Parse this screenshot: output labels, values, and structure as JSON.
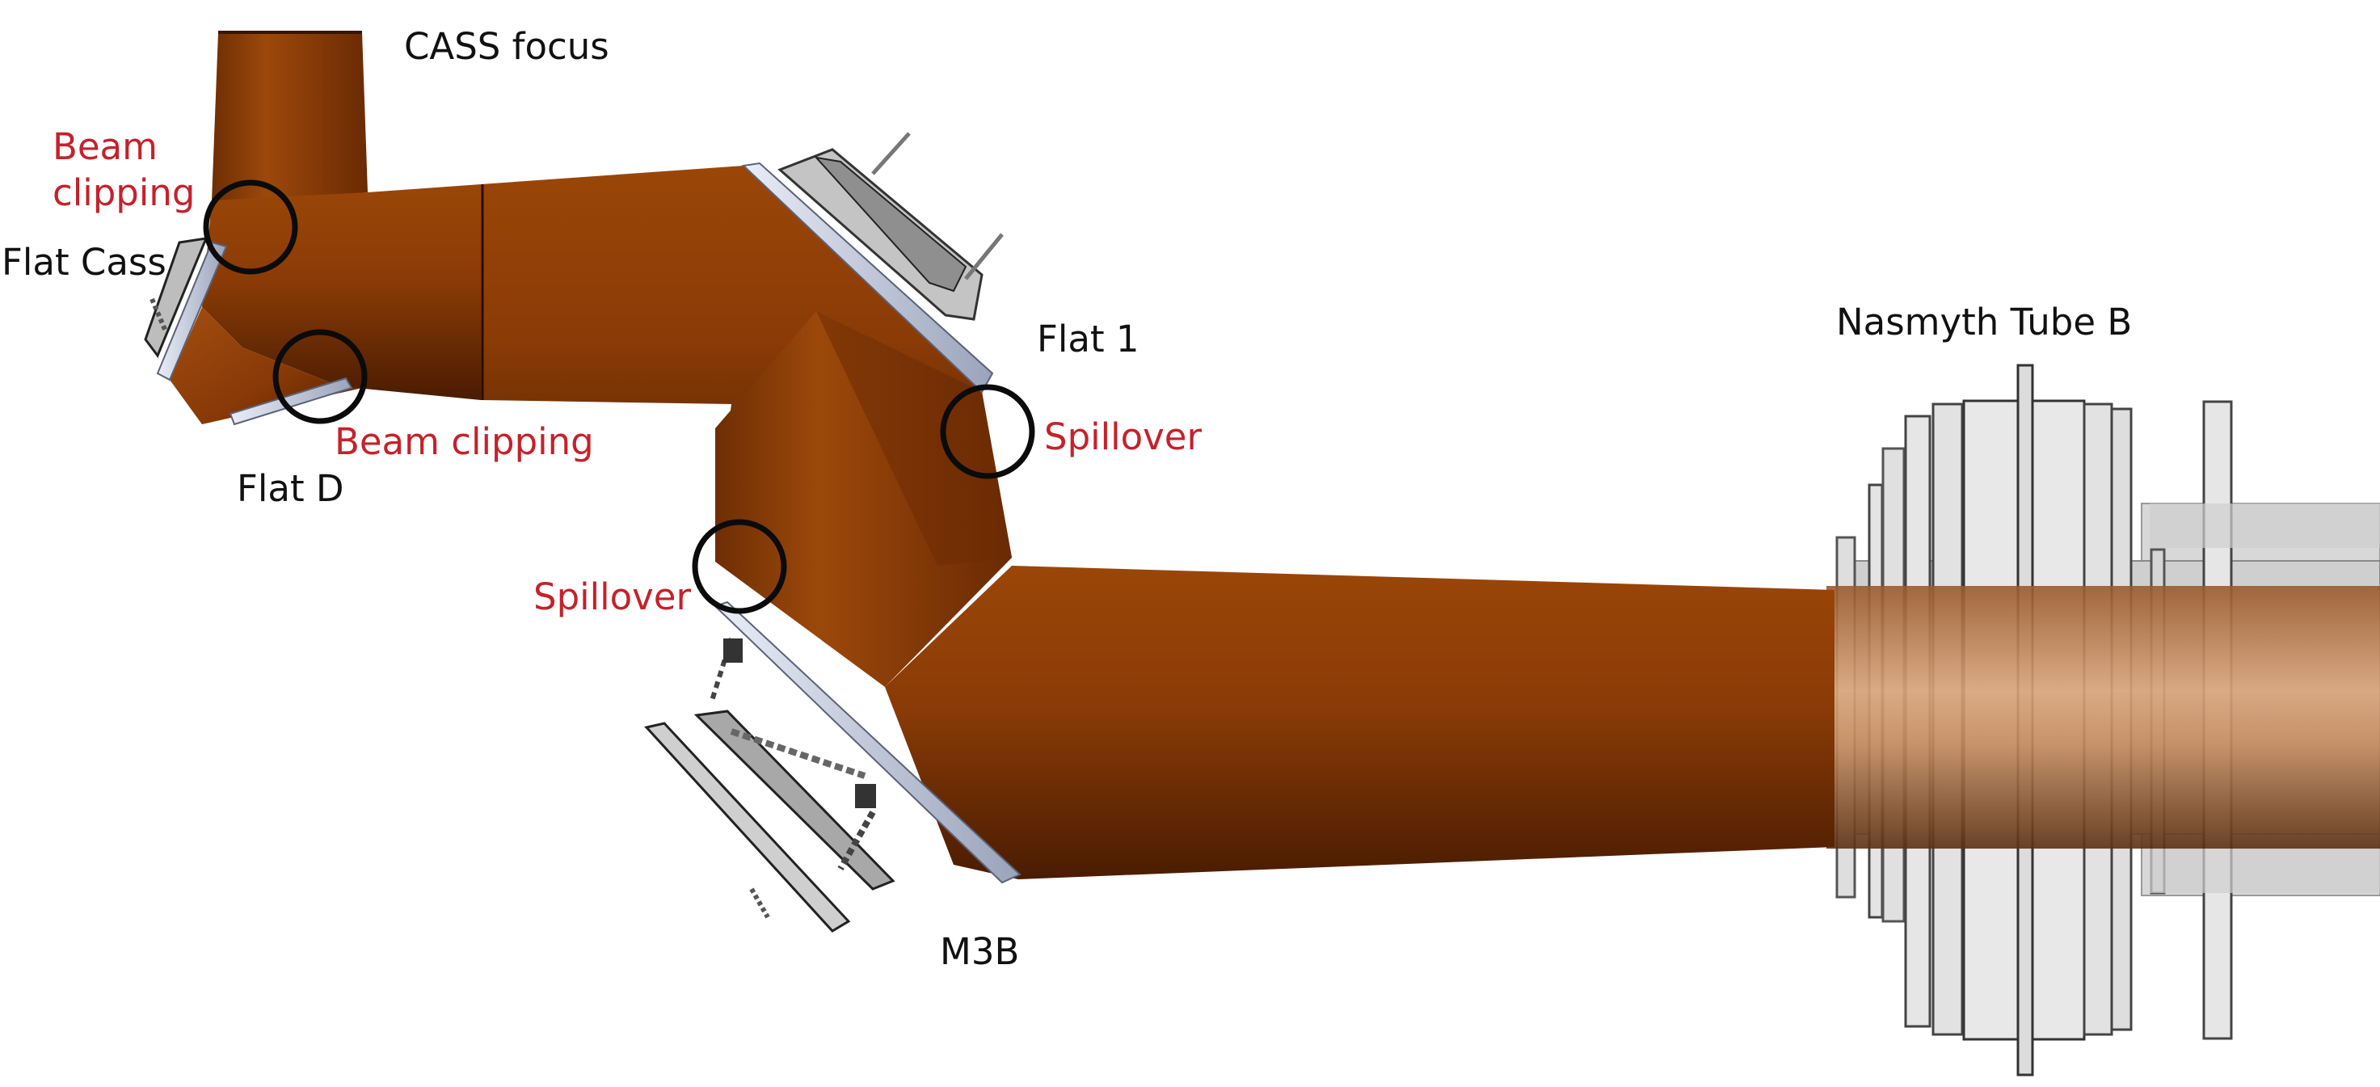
{
  "labels": {
    "cass_focus": "CASS focus",
    "flat_cass": "Flat Cass",
    "flat_d": "Flat D",
    "flat_1": "Flat 1",
    "m3b": "M3B",
    "nasmyth_tube_b": "Nasmyth Tube B",
    "beam_clipping_top_line1": "Beam",
    "beam_clipping_top_line2": "clipping",
    "beam_clipping_mid": "Beam clipping",
    "spillover_right": "Spillover",
    "spillover_left": "Spillover"
  },
  "colors": {
    "beam": "#8a3b06",
    "beam_dark": "#4a1c02",
    "beam_light": "#b8621c",
    "mirror": "#c8cfe0",
    "mount": "#9a9a9a",
    "tube": "#d6d6d6",
    "annotation_red": "#c4222b",
    "circle": "#0b0b0b"
  },
  "icons": {
    "mirror_mount": "mechanical-mount-icon",
    "marker": "circle-marker-icon"
  }
}
